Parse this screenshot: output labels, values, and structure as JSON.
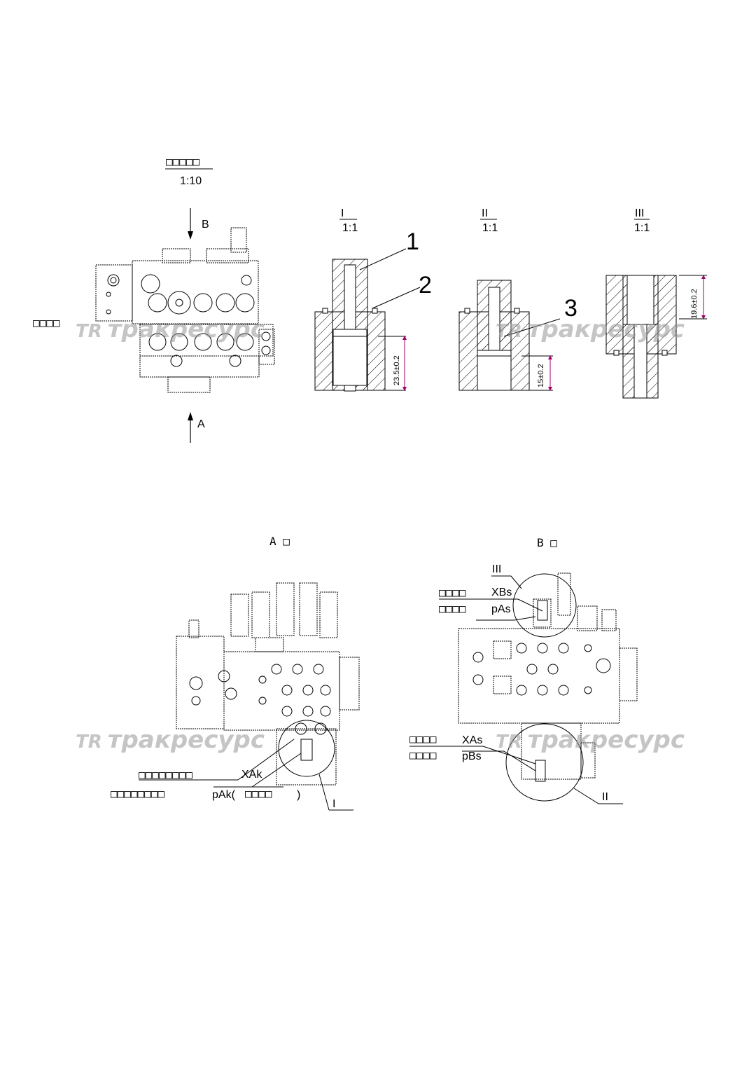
{
  "main_view": {
    "title": "□□□□□",
    "scale": "1:10",
    "arrow_b": "B",
    "arrow_a": "A",
    "side_label": "□□□□"
  },
  "details": {
    "I": {
      "title": "I",
      "scale": "1:1",
      "dimension": "23.5±0.2"
    },
    "II": {
      "title": "II",
      "scale": "1:1",
      "dimension": "15±0.2"
    },
    "III": {
      "title": "III",
      "scale": "1:1",
      "dimension": "19.6±0.2"
    },
    "callouts": [
      "1",
      "2",
      "3"
    ]
  },
  "view_a": {
    "title": "A □",
    "line1_label": "□□□□□□□□",
    "line1_port": "XAk",
    "line2_label": "□□□□□□□□",
    "line2_port": "pAk(",
    "line2_note": "□□□□",
    "line2_close": ")",
    "detail_ref": "I"
  },
  "view_b": {
    "title": "B □",
    "detail_ref_top": "III",
    "top_label1": "□□□□",
    "top_port1": "XBs",
    "top_label2": "□□□□",
    "top_port2": "pAs",
    "bottom_label1": "□□□□",
    "bottom_port1": "XAs",
    "bottom_label2": "□□□□",
    "bottom_port2": "pBs",
    "detail_ref_bottom": "II"
  },
  "watermark": {
    "logo": "TR",
    "text": "тракресурс"
  },
  "colors": {
    "line": "#000000",
    "dimension": "#a0006e",
    "watermark": "#969696"
  }
}
